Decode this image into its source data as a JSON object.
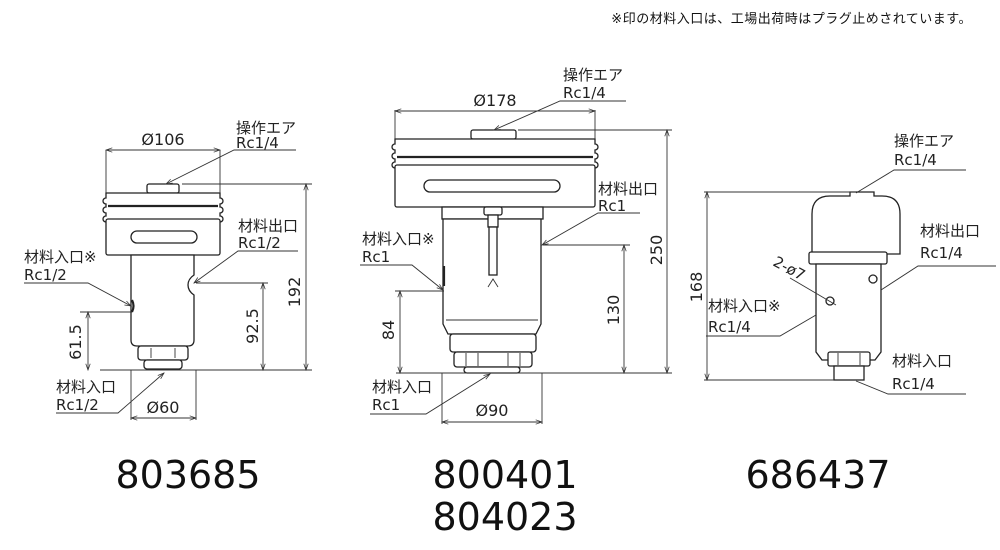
{
  "note": "※印の材料入口は、工場出荷時はプラグ止めされています。",
  "drawings": [
    {
      "model_numbers": [
        "803685"
      ],
      "labels": {
        "air_title": "操作エア",
        "air_spec": "Rc1/4",
        "outlet_title": "材料出口",
        "outlet_spec": "Rc1/2",
        "inlet_side_title": "材料入口※",
        "inlet_side_spec": "Rc1/2",
        "inlet_bottom_title": "材料入口",
        "inlet_bottom_spec": "Rc1/2"
      },
      "dimensions": {
        "top_diameter": "Ø106",
        "bottom_diameter": "Ø60",
        "height": "192",
        "outlet_height": "92.5",
        "inlet_height": "61.5"
      }
    },
    {
      "model_numbers": [
        "800401",
        "804023"
      ],
      "labels": {
        "air_title": "操作エア",
        "air_spec": "Rc1/4",
        "outlet_title": "材料出口",
        "outlet_spec": "Rc1",
        "inlet_side_title": "材料入口※",
        "inlet_side_spec": "Rc1",
        "inlet_bottom_title": "材料入口",
        "inlet_bottom_spec": "Rc1"
      },
      "dimensions": {
        "top_diameter": "Ø178",
        "bottom_diameter": "Ø90",
        "height": "250",
        "outlet_height": "130",
        "inlet_height": "84"
      }
    },
    {
      "model_numbers": [
        "686437"
      ],
      "labels": {
        "air_title": "操作エア",
        "air_spec": "Rc1/4",
        "outlet_title": "材料出口",
        "outlet_spec": "Rc1/4",
        "inlet_side_title": "材料入口※",
        "inlet_side_spec": "Rc1/4",
        "inlet_bottom_title": "材料入口",
        "inlet_bottom_spec": "Rc1/4",
        "hole_spec": "2-ø7"
      },
      "dimensions": {
        "height": "168"
      }
    }
  ]
}
